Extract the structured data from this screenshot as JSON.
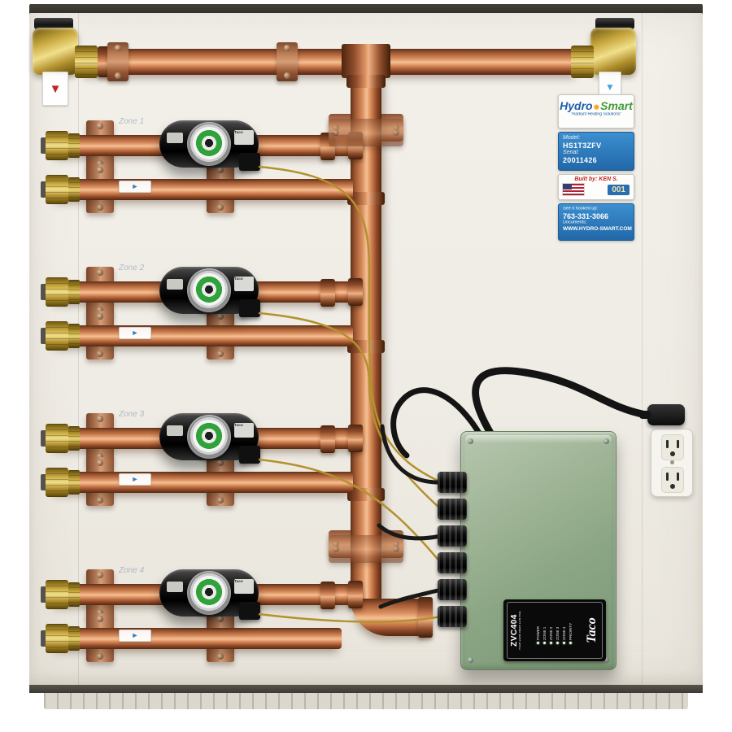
{
  "branding": {
    "name_a": "Hydro",
    "name_b": "Smart",
    "tagline": "\"Radiant Heating Solutions\""
  },
  "spec": {
    "model_label": "Model:",
    "model": "HS1T3ZFV",
    "serial_label": "Serial:",
    "serial": "20011426"
  },
  "builder": {
    "built_by": "Built by: KEN S.",
    "unit": "001"
  },
  "contact": {
    "intro": "See it hooked up:",
    "phone": "763-331-3066",
    "docs_label": "Documents:",
    "website": "WWW.HYDRO-SMART.COM"
  },
  "zones": [
    {
      "label": "Zone 1"
    },
    {
      "label": "Zone 2"
    },
    {
      "label": "Zone 3"
    },
    {
      "label": "Zone 4"
    }
  ],
  "pump": {
    "brand": "Taco"
  },
  "control_box": {
    "brand": "Taco",
    "model": "ZVC404",
    "subtitle": "FOUR ZONE VALVE CONTROL",
    "indicators": [
      "POWER",
      "ZONE 1",
      "ZONE 2",
      "ZONE 3",
      "ZONE 4",
      "PRIORITY"
    ]
  },
  "icons": {
    "down_arrow": "▼",
    "flow_arrow": "►",
    "sun": "✹"
  }
}
